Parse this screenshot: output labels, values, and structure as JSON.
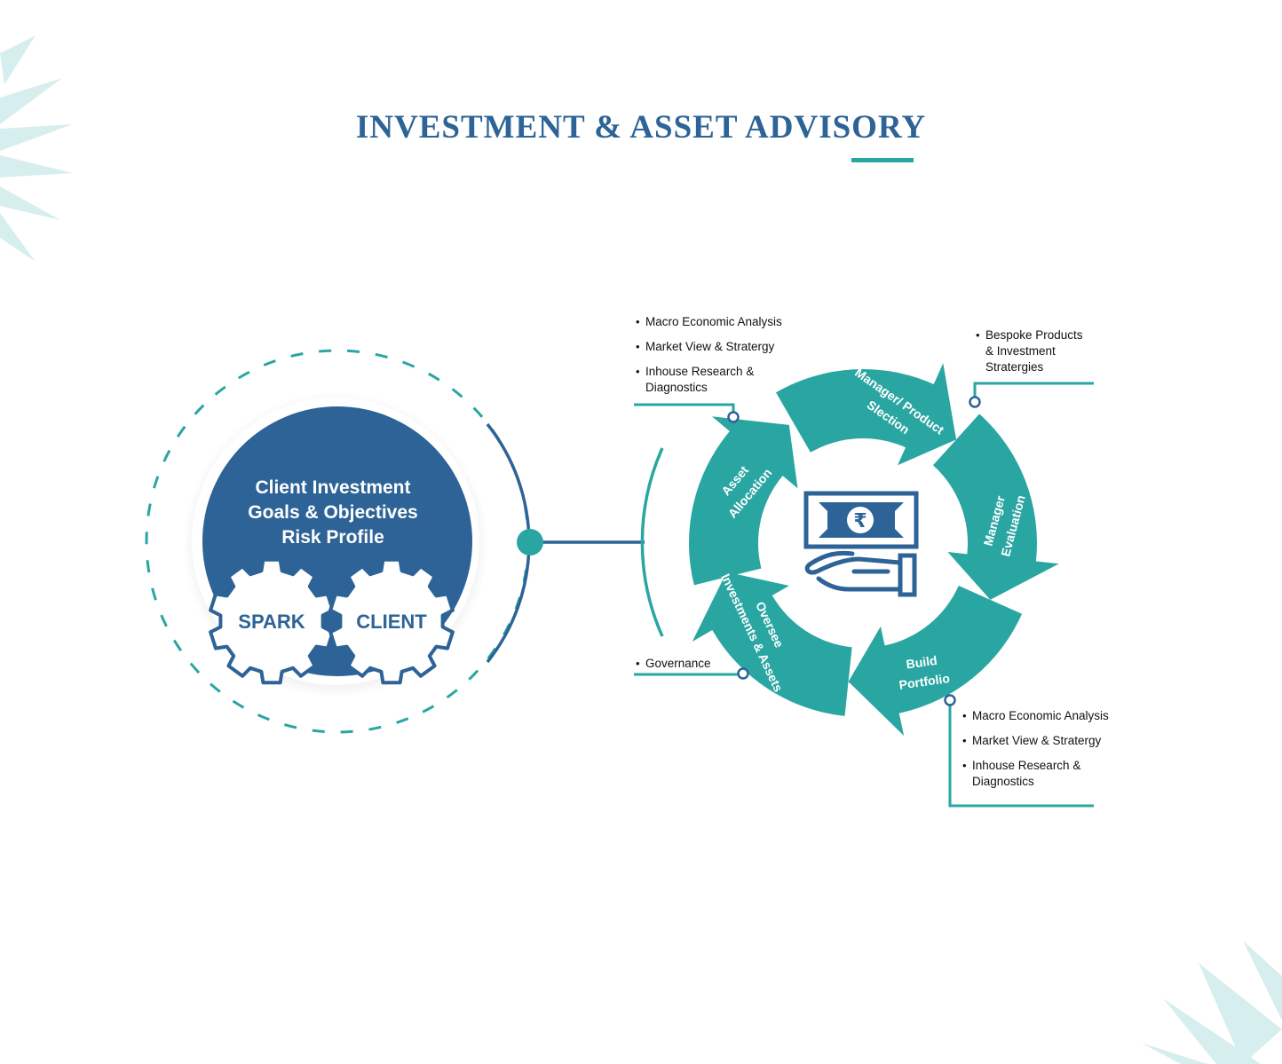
{
  "title": "INVESTMENT & ASSET ADVISORY",
  "colors": {
    "navy": "#2d6396",
    "teal": "#2aa6a2",
    "decor": "#d6efee"
  },
  "client_circle": {
    "lines": [
      "Client Investment",
      "Goals & Objectives",
      "Risk Profile"
    ],
    "gears": [
      "SPARK",
      "CLIENT"
    ]
  },
  "cycle": {
    "center_icon": "rupee-note-in-hand-icon",
    "steps": [
      {
        "lines": [
          "Asset",
          "Allocation"
        ]
      },
      {
        "lines": [
          "Manager/ Product",
          "Slection"
        ]
      },
      {
        "lines": [
          "Manager",
          "Evaluation"
        ]
      },
      {
        "lines": [
          "Build",
          "Portfolio"
        ]
      },
      {
        "lines": [
          "Oversee",
          "Investments & Assets"
        ]
      }
    ]
  },
  "callouts": {
    "asset_allocation": [
      "Macro Economic Analysis",
      "Market View & Stratergy",
      "Inhouse Research &\nDiagnostics"
    ],
    "manager_selection": [
      "Bespoke Products\n& Investment\nStratergies"
    ],
    "oversee": [
      "Governance"
    ],
    "build_portfolio": [
      "Macro Economic Analysis",
      "Market View & Stratergy",
      "Inhouse Research &\nDiagnostics"
    ]
  }
}
